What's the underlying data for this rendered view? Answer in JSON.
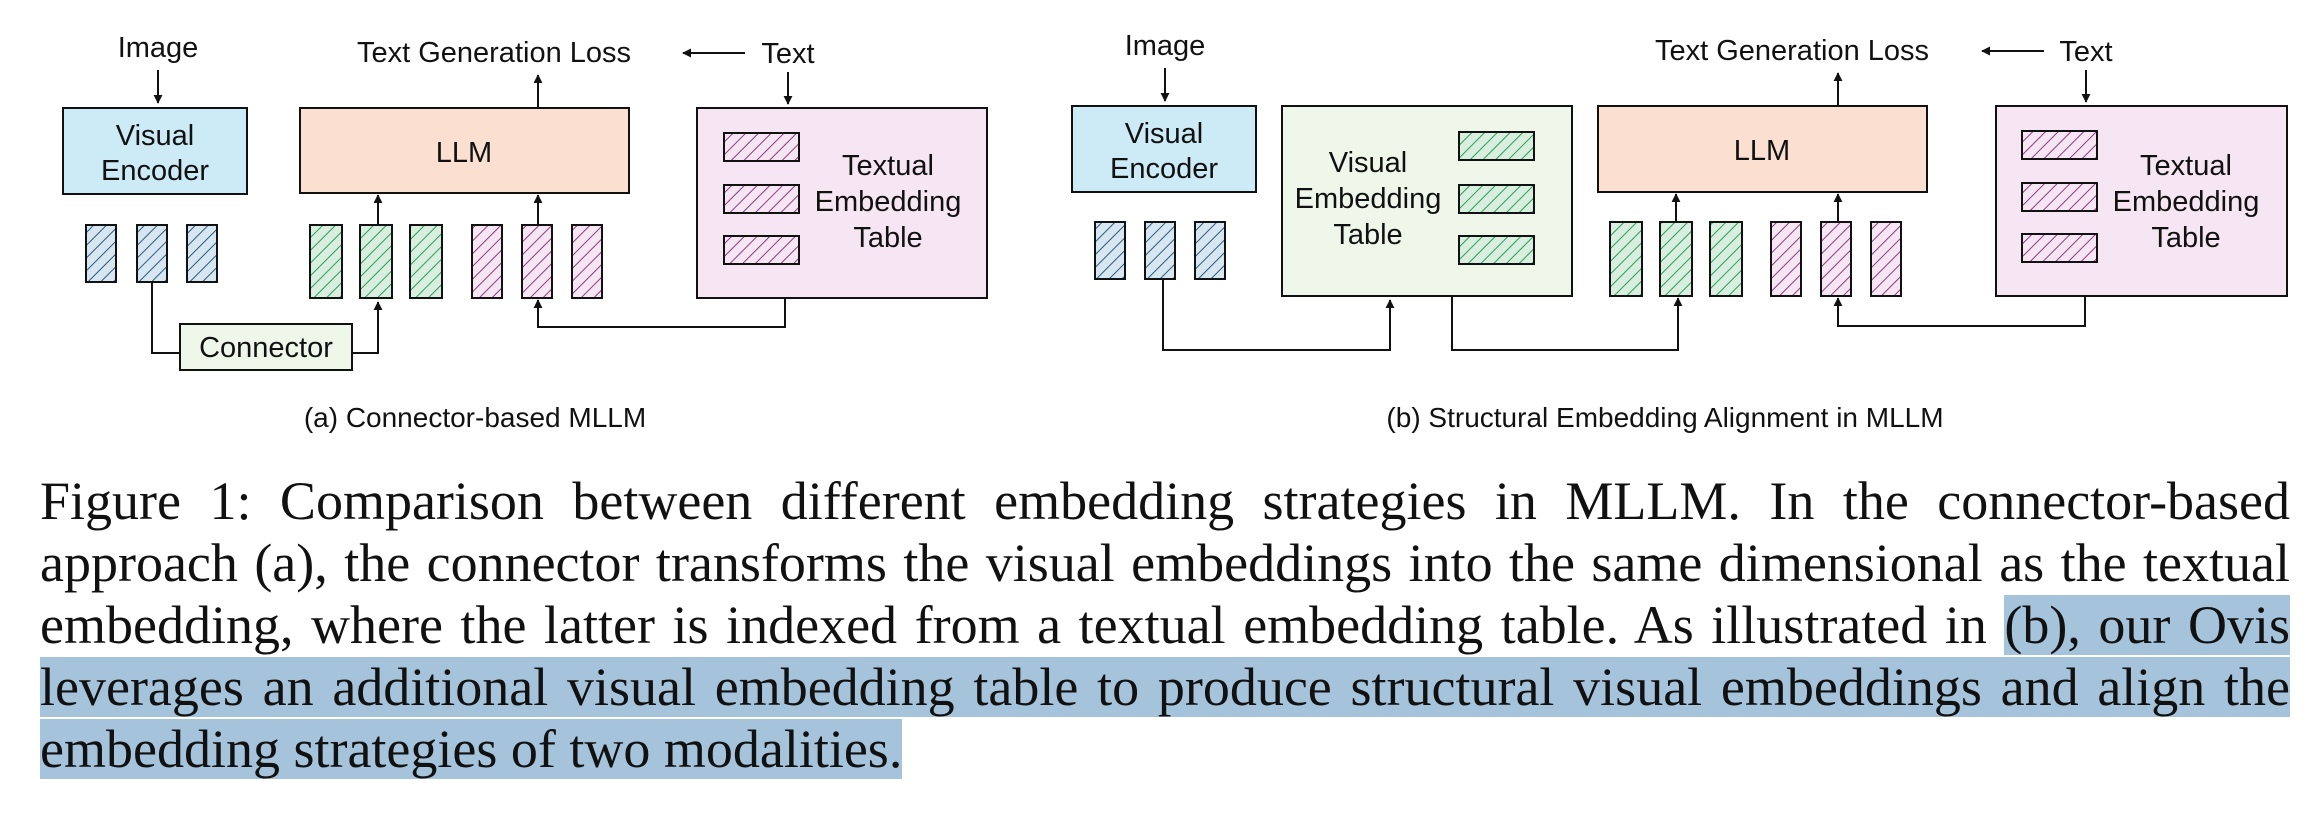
{
  "panel_a": {
    "image_label": "Image",
    "visual_encoder": [
      "Visual",
      "Encoder"
    ],
    "llm": "LLM",
    "loss_label": "Text Generation Loss",
    "text_label": "Text",
    "textual_table": [
      "Textual",
      "Embedding",
      "Table"
    ],
    "connector": "Connector",
    "subcaption": "(a) Connector-based MLLM"
  },
  "panel_b": {
    "image_label": "Image",
    "visual_encoder": [
      "Visual",
      "Encoder"
    ],
    "visual_table": [
      "Visual",
      "Embedding",
      "Table"
    ],
    "llm": "LLM",
    "loss_label": "Text Generation Loss",
    "text_label": "Text",
    "textual_table": [
      "Textual",
      "Embedding",
      "Table"
    ],
    "subcaption": "(b) Structural Embedding Alignment in MLLM"
  },
  "caption": {
    "plain": "Figure 1: Comparison between different embedding strategies in MLLM. In the connector-based approach (a), the connector transforms the visual embeddings into the same dimensional as the textual embedding, where the latter is indexed from a textual embedding table. As illustrated in ",
    "highlighted": "(b), our Ovis leverages an additional visual embedding table to produce structural visual embeddings and align the embedding strategies of two modalities."
  },
  "colors": {
    "encoder_fill": "#cdeaf7",
    "llm_fill": "#fbe0d2",
    "textual_table_fill": "#f6e6f4",
    "visual_table_fill": "#eef7ea",
    "connector_fill": "#eef7ea",
    "visual_hatch": "#2c5a7a",
    "visual_embed_fill": "#d7e7f2",
    "green_hatch": "#2f9a58",
    "green_embed_fill": "#d8efdf",
    "pink_hatch": "#8b3c7d",
    "pink_embed_fill": "#f6e6f4",
    "highlight": "#a5c4dc"
  }
}
